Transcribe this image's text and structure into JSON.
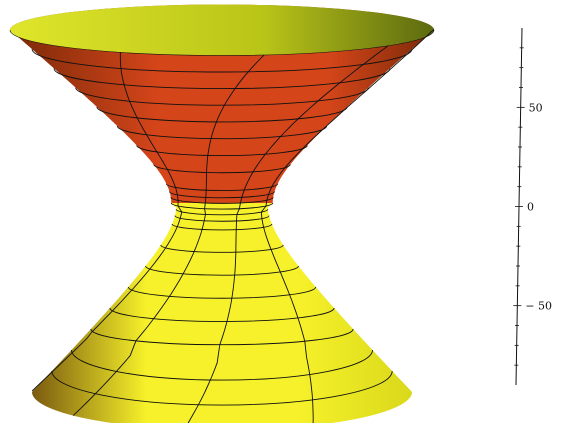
{
  "chart_data": {
    "type": "surface3d",
    "surface": "hyperboloid",
    "title": "",
    "xlabel": "",
    "ylabel": "",
    "zlabel": "",
    "zlim": [
      -90,
      90
    ],
    "z_ticks": [
      50,
      0,
      -50
    ],
    "z_tick_labels": [
      "50",
      "0",
      "− 50"
    ],
    "waist_radius": 22,
    "top_radius": 92,
    "bottom_radius": 92,
    "grid": true,
    "legend": "none"
  },
  "colors": {
    "upper_dark": "#7a2a08",
    "upper_mid": "#d5451a",
    "upper_rim": "#c9e01c",
    "lower_light": "#f6f12a",
    "lower_mid": "#d9d81a",
    "lower_dark": "#7a5a10",
    "mesh": "#111111",
    "axis": "#111111"
  }
}
